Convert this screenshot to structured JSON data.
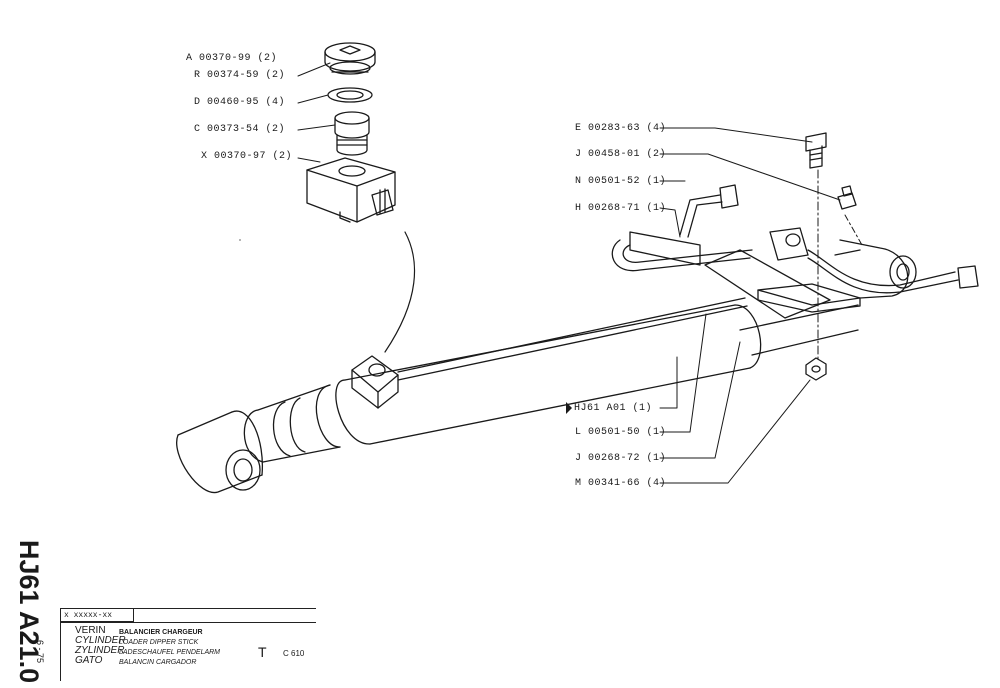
{
  "callouts_top": [
    "A 00370-99 (2)",
    "R 00374-59 (2)",
    "D 00460-95 (4)",
    "C 00373-54 (2)",
    "X 00370-97 (2)"
  ],
  "callouts_right": [
    "E 00283-63 (4)",
    "J 00458-01 (2)",
    "N 00501-52 (1)",
    "H 00268-71 (1)",
    "HJ61   A01  (1)",
    "L 00501-50 (1)",
    "J 00268-72 (1)",
    "M 00341-66 (4)"
  ],
  "sheet": {
    "code": "HJ61  A21.0",
    "date": "6 - 75"
  },
  "title_block": {
    "ref": "x xxxxx-xx",
    "names": [
      "VERIN",
      "CYLINDER",
      "ZYLINDER",
      "GATO"
    ],
    "descriptions": [
      "BALANCIER CHARGEUR",
      "LOADER DIPPER STICK",
      "LADESCHAUFEL PENDELARM",
      "BALANCIN CARGADOR"
    ],
    "type_letter": "T",
    "model": "C 610"
  }
}
